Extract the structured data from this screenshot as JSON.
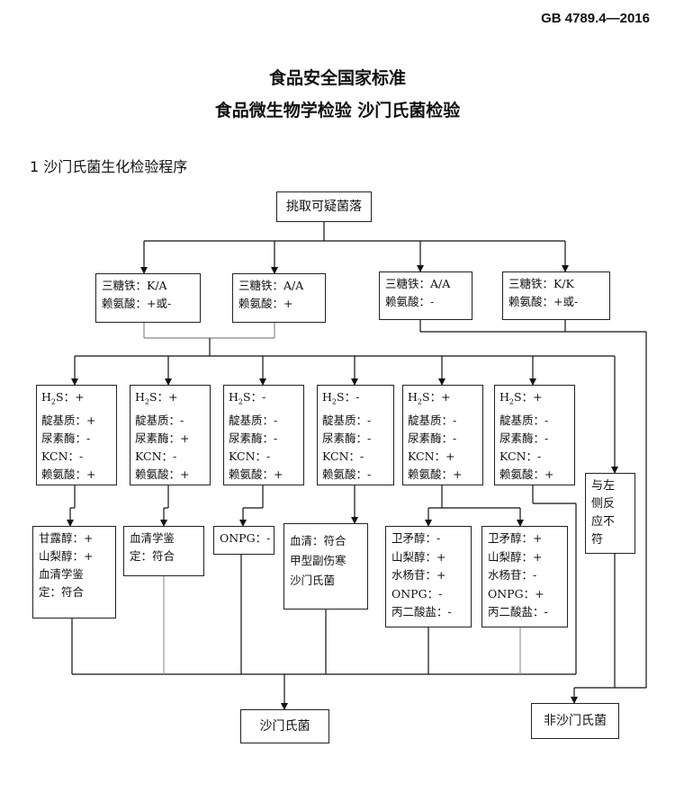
{
  "header": {
    "standard_code": "GB 4789.4—2016",
    "title_line1": "食品安全国家标准",
    "title_line2": "食品微生物学检验 沙门氏菌检验",
    "section": "1 沙门氏菌生化检验程序"
  },
  "flowchart": {
    "start": "挑取可疑菌落",
    "tsi_boxes": [
      {
        "l1": "三糖铁：K/A",
        "l2": "赖氨酸：+或-"
      },
      {
        "l1": "三糖铁：A/A",
        "l2": "赖氨酸：+"
      },
      {
        "l1": "三糖铁：A/A",
        "l2": "赖氨酸：-"
      },
      {
        "l1": "三糖铁：K/K",
        "l2": "赖氨酸：+或-"
      }
    ],
    "bio_boxes": [
      {
        "h2s": "+",
        "l2": "靛基质：+",
        "l3": "尿素酶：-",
        "l4": "KCN：-",
        "l5": "赖氨酸：+"
      },
      {
        "h2s": "+",
        "l2": "靛基质：-",
        "l3": "尿素酶：+",
        "l4": "KCN：-",
        "l5": "赖氨酸：+"
      },
      {
        "h2s": "-",
        "l2": "靛基质：-",
        "l3": "尿素酶：-",
        "l4": "KCN：-",
        "l5": "赖氨酸：+"
      },
      {
        "h2s": "-",
        "l2": "靛基质：-",
        "l3": "尿素酶：-",
        "l4": "KCN：-",
        "l5": "赖氨酸：-"
      },
      {
        "h2s": "+",
        "l2": "靛基质：-",
        "l3": "尿素酶：-",
        "l4": "KCN：+",
        "l5": "赖氨酸：+"
      },
      {
        "h2s": "+",
        "l2": "靛基质：-",
        "l3": "尿素酶：-",
        "l4": "KCN：-",
        "l5": "赖氨酸：+"
      }
    ],
    "h2s_prefix_h": "H",
    "h2s_prefix_sub": "2",
    "h2s_prefix_s": "S：",
    "result_boxes": [
      {
        "lines": [
          "甘露醇：+",
          "山梨醇：+",
          "血清学鉴",
          "定：符合"
        ]
      },
      {
        "lines": [
          "血清学鉴",
          "定：符合"
        ]
      },
      {
        "lines": [
          "ONPG：-"
        ]
      },
      {
        "lines": [
          "血清：符合",
          "甲型副伤寒",
          "沙门氏菌"
        ]
      },
      {
        "lines": [
          "卫矛醇：-",
          "山梨醇：+",
          "水杨苷：+",
          "ONPG：-",
          "丙二酸盐：-"
        ]
      },
      {
        "lines": [
          "卫矛醇：+",
          "山梨醇：+",
          "水杨苷：-",
          "ONPG：+",
          "丙二酸盐：-"
        ]
      }
    ],
    "side_box": {
      "lines": [
        "与左",
        "侧反",
        "应不",
        "符"
      ]
    },
    "end_positive": "沙门氏菌",
    "end_negative": "非沙门氏菌"
  }
}
